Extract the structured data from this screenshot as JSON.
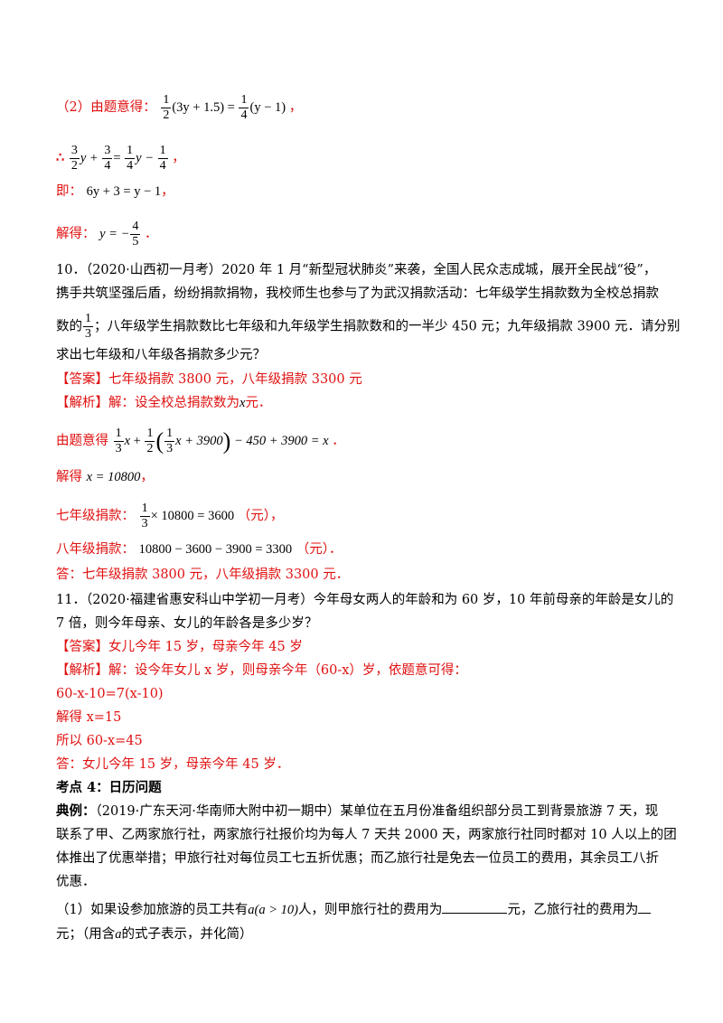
{
  "q9": {
    "p2_label": "（2）由题意得：",
    "line1_eq": {
      "f1n": "1",
      "f1d": "2",
      "a": "(3y + 1.5) =",
      "f2n": "1",
      "f2d": "4",
      "b": "(y − 1)",
      "end": "，"
    },
    "line2": {
      "therefore": "∴",
      "f1n": "3",
      "f1d": "2",
      "t1": "y +",
      "f2n": "3",
      "f2d": "4",
      "t2": "=",
      "f3n": "1",
      "f3d": "4",
      "t3": "y −",
      "f4n": "1",
      "f4d": "4",
      "end": "，"
    },
    "line3_label": "即：",
    "line3_eq": "6y + 3 = y − 1",
    "line3_end": "，",
    "line4_label": "解得：",
    "line4_pre": "y = −",
    "line4_fn": "4",
    "line4_fd": "5",
    "line4_end": "．"
  },
  "q10": {
    "stem_1": "10．（2020·山西初一月考）2020 年 1 月“新型冠状肺炎”来袭，全国人民众志成城，展开全民战“役”，",
    "stem_2": "携手共筑坚强后盾，纷纷捐款捐物，我校师生也参与了为武汉捐款活动：七年级学生捐款数为全校总捐款",
    "stem_3_pre": "数的",
    "stem_3_fn": "1",
    "stem_3_fd": "3",
    "stem_3_post": "；八年级学生捐款数比七年级和九年级学生捐款数和的一半少 450 元；九年级捐款 3900 元．请分别",
    "stem_4": "求出七年级和八年级各捐款多少元？",
    "answer": "【答案】七年级捐款 3800 元，八年级捐款 3300 元",
    "analysis_pre": "【解析】解：设全校总捐款数为",
    "analysis_var": "x",
    "analysis_post": "元．",
    "eq_label": "由题意得",
    "eq_tail": "− 450 + 3900 = x",
    "eq_inner": "x + 3900",
    "solve_label": "解得",
    "solve_eq": "x = 10800",
    "seven_label": "七年级捐款：",
    "seven_eq": "× 10800 = 3600",
    "seven_unit": "（元），",
    "eight_label": "八年级捐款：",
    "eight_eq": "10800 − 3600 − 3900 = 3300",
    "eight_unit": "（元）．",
    "final": "答：七年级捐款 3800 元，八年级捐款 3300 元．"
  },
  "q11": {
    "stem_1": "11．（2020·福建省惠安科山中学初一月考）今年母女两人的年龄和为 60 岁，10 年前母亲的年龄是女儿的",
    "stem_2": "7 倍，则今年母亲、女儿的年龄各是多少岁？",
    "answer": "【答案】女儿今年 15 岁，母亲今年 45 岁",
    "analysis": "【解析】解：设今年女儿 x 岁，则母亲今年（60-x）岁，依题意可得：",
    "eq": "60-x-10=7(x-10)",
    "solve": "解得 x=15",
    "so": "所以 60-x=45",
    "final": "答：女儿今年 15 岁，母亲今年 45 岁．"
  },
  "section": {
    "title": "考点 4：日历问题",
    "example_label": "典例：",
    "example_1": "（2019·广东天河·华南师大附中初一期中）某单位在五月份准备组织部分员工到背景旅游 7 天，现",
    "example_2": "联系了甲、乙两家旅行社，两家旅行社报价均为每人 7 天共 2000 天，两家旅行社同时都对 10 人以上的团",
    "example_3": "体推出了优惠举措；甲旅行社对每位员工七五折优惠；而乙旅行社是免去一位员工的费用，其余员工八折",
    "example_4": "优惠．",
    "q1_pre": "（1）如果设参加旅游的员工共有",
    "q1_var": "a(a > 10)",
    "q1_mid": "人，则甲旅行社的费用为",
    "q1_mid2": "元，乙旅行社的费用为",
    "q1_line2_pre": "元；（用含",
    "q1_line2_var": "a",
    "q1_line2_post": "的式子表示，并化简）"
  }
}
